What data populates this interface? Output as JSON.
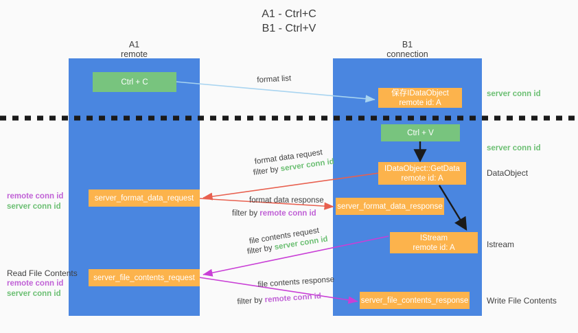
{
  "title": "A1 - Ctrl+C\nB1 - Ctrl+V",
  "colors": {
    "lane": "#4a86e0",
    "green_node": "#78c47e",
    "orange_node": "#fcb34c",
    "server_conn_id": "#6cbf73",
    "remote_conn_id": "#c061d6",
    "format_list_arrow": "#a8d4f0",
    "format_data_arrow": "#e8604f",
    "file_contents_arrow": "#c93fd6",
    "black_arrow": "#1a1a1a",
    "background": "#fafafa"
  },
  "lanes": [
    {
      "id": "a1",
      "line1": "A1",
      "line2": "remote"
    },
    {
      "id": "b1",
      "line1": "B1",
      "line2": "connection"
    }
  ],
  "nodes": {
    "ctrl_c": {
      "label": "Ctrl + C",
      "kind": "green"
    },
    "save_idataobject": {
      "label": "保存IDataObject",
      "sub": "remote id: A",
      "kind": "orange"
    },
    "ctrl_v": {
      "label": "Ctrl + V",
      "kind": "green"
    },
    "getdata": {
      "label": "IDataObject::GetData",
      "sub": "remote id: A",
      "kind": "orange"
    },
    "server_format_data_request": {
      "label": "server_format_data_request",
      "kind": "orange"
    },
    "server_format_data_response": {
      "label": "server_format_data_response",
      "kind": "orange"
    },
    "istream": {
      "label": "IStream",
      "sub": "remote id: A",
      "kind": "orange"
    },
    "server_file_contents_request": {
      "label": "server_file_contents_request",
      "kind": "orange"
    },
    "server_file_contents_response": {
      "label": "server_file_contents_response",
      "kind": "orange"
    }
  },
  "right_labels": [
    {
      "id": "server-conn-id-1",
      "text": "server conn id",
      "style": "server"
    },
    {
      "id": "server-conn-id-2",
      "text": "server conn id",
      "style": "server"
    },
    {
      "id": "dataobject",
      "text": "DataObject",
      "style": "plain"
    },
    {
      "id": "istream",
      "text": "Istream",
      "style": "plain"
    },
    {
      "id": "write-file-contents",
      "text": "Write File Contents",
      "style": "plain"
    }
  ],
  "left_labels": {
    "group1": {
      "remote": "remote conn id",
      "server": "server conn id"
    },
    "group2": {
      "title": "Read File Contents",
      "remote": "remote conn id",
      "server": "server conn id"
    }
  },
  "edge_labels": {
    "format_list": "format list",
    "format_data_request": "format data request",
    "format_data_request_filter_prefix": "filter by ",
    "format_data_request_filter_key": "server conn id",
    "format_data_response": "format data response",
    "format_data_response_filter_prefix": "filter by ",
    "format_data_response_filter_key": "remote conn id",
    "file_contents_request": "file contents request",
    "file_contents_request_filter_prefix": "filter by ",
    "file_contents_request_filter_key": "server conn id",
    "file_contents_response": "file contents response",
    "file_contents_response_filter_prefix": "filter by ",
    "file_contents_response_filter_key": "remote conn id"
  }
}
